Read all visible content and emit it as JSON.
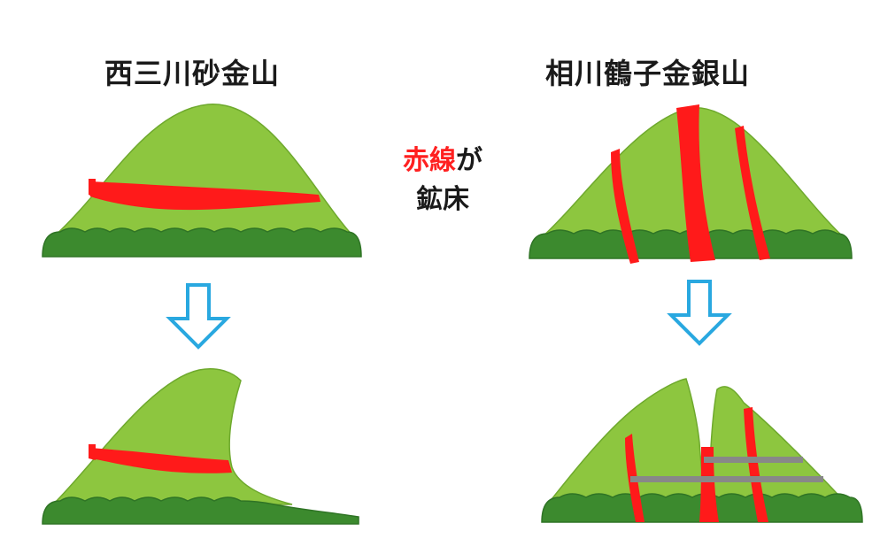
{
  "left": {
    "title": "西三川砂金山"
  },
  "right": {
    "title": "相川鶴子金銀山"
  },
  "legend": {
    "red_word": "赤線",
    "suffix": "が",
    "line2": "鉱床"
  },
  "colors": {
    "mountain": "#8dc63f",
    "mountain_edge": "#6ea92d",
    "bushes": "#3c8a2e",
    "bush_dark": "#2f7425",
    "vein": "#ff1a1a",
    "arrow": "#29a8e0",
    "tunnel": "#888888"
  }
}
